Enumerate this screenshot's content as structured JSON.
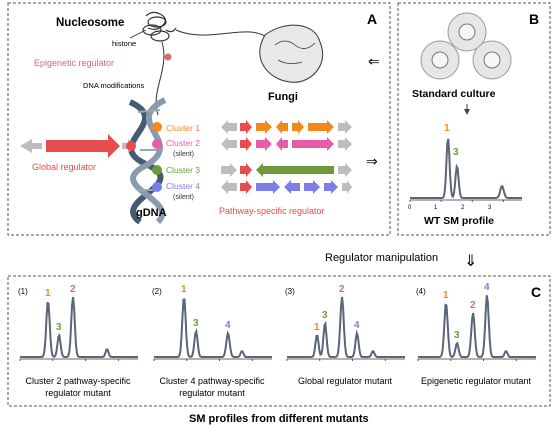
{
  "panels": {
    "a": {
      "label": "A",
      "nucleosome": "Nucleosome",
      "histone": "histone",
      "epigenetic_regulator": "Epigenetic regulator",
      "dna_modifications": "DNA modifications",
      "fungi": "Fungi",
      "global_regulator": "Global regulator",
      "gdna": "gDNA",
      "clusters": [
        {
          "name": "Cluster 1",
          "note": "",
          "color": "#f28a1b"
        },
        {
          "name": "Cluster 2",
          "note": "(silent)",
          "color": "#e75ea8"
        },
        {
          "name": "Cluster 3",
          "note": "",
          "color": "#6e9a3c"
        },
        {
          "name": "Cluster 4",
          "note": "(silent)",
          "color": "#7b7de8"
        }
      ],
      "pathway_regulator": "Pathway-specific regulator"
    },
    "b": {
      "label": "B",
      "standard_culture": "Standard culture",
      "peak_labels": [
        "1",
        "3"
      ],
      "axis_ticks": [
        "0",
        "1",
        "2",
        "3"
      ],
      "caption": "WT SM profile"
    },
    "c": {
      "label": "C",
      "regulator_manipulation": "Regulator manipulation",
      "mutants": [
        {
          "index": "(1)",
          "caption_line1": "Cluster 2 pathway-specific",
          "caption_line2": "regulator mutant",
          "peaks": [
            "1",
            "3",
            "2"
          ]
        },
        {
          "index": "(2)",
          "caption_line1": "Cluster 4 pathway-specific",
          "caption_line2": "regulator mutant",
          "peaks": [
            "1",
            "3",
            "4"
          ]
        },
        {
          "index": "(3)",
          "caption_line1": "Global regulator mutant",
          "caption_line2": "",
          "peaks": [
            "1",
            "3",
            "2",
            "4"
          ]
        },
        {
          "index": "(4)",
          "caption_line1": "Epigenetic regulator mutant",
          "caption_line2": "",
          "peaks": [
            "1",
            "3",
            "2",
            "4"
          ]
        }
      ],
      "footer": "SM profiles from different mutants"
    }
  },
  "colors": {
    "peak1": "#f28a1b",
    "peak2": "#e75ea8",
    "peak3": "#6e9a3c",
    "peak4": "#7b7de8",
    "regulator_red": "#e84c4c",
    "trace": "#5a6675"
  }
}
